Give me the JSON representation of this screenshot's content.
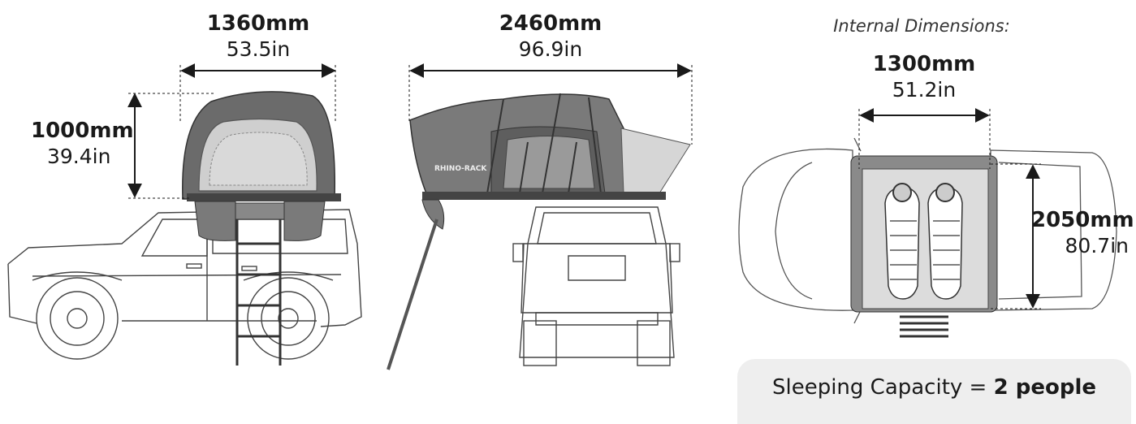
{
  "side_view": {
    "width_mm": "1360mm",
    "width_in": "53.5in",
    "height_mm": "1000mm",
    "height_in": "39.4in"
  },
  "rear_view": {
    "length_mm": "2460mm",
    "length_in": "96.9in",
    "brand_text": "RHINO-RACK"
  },
  "top_view": {
    "heading": "Internal Dimensions:",
    "width_mm": "1300mm",
    "width_in": "51.2in",
    "length_mm": "2050mm",
    "length_in": "80.7in"
  },
  "capacity": {
    "prefix": "Sleeping Capacity = ",
    "value": "2 people"
  },
  "colors": {
    "tent_dark": "#6b6b6b",
    "tent_mid": "#8a8a8a",
    "tent_light": "#cfcfcf",
    "line": "#1a1a1a",
    "capacity_bg": "#eeeeee"
  }
}
